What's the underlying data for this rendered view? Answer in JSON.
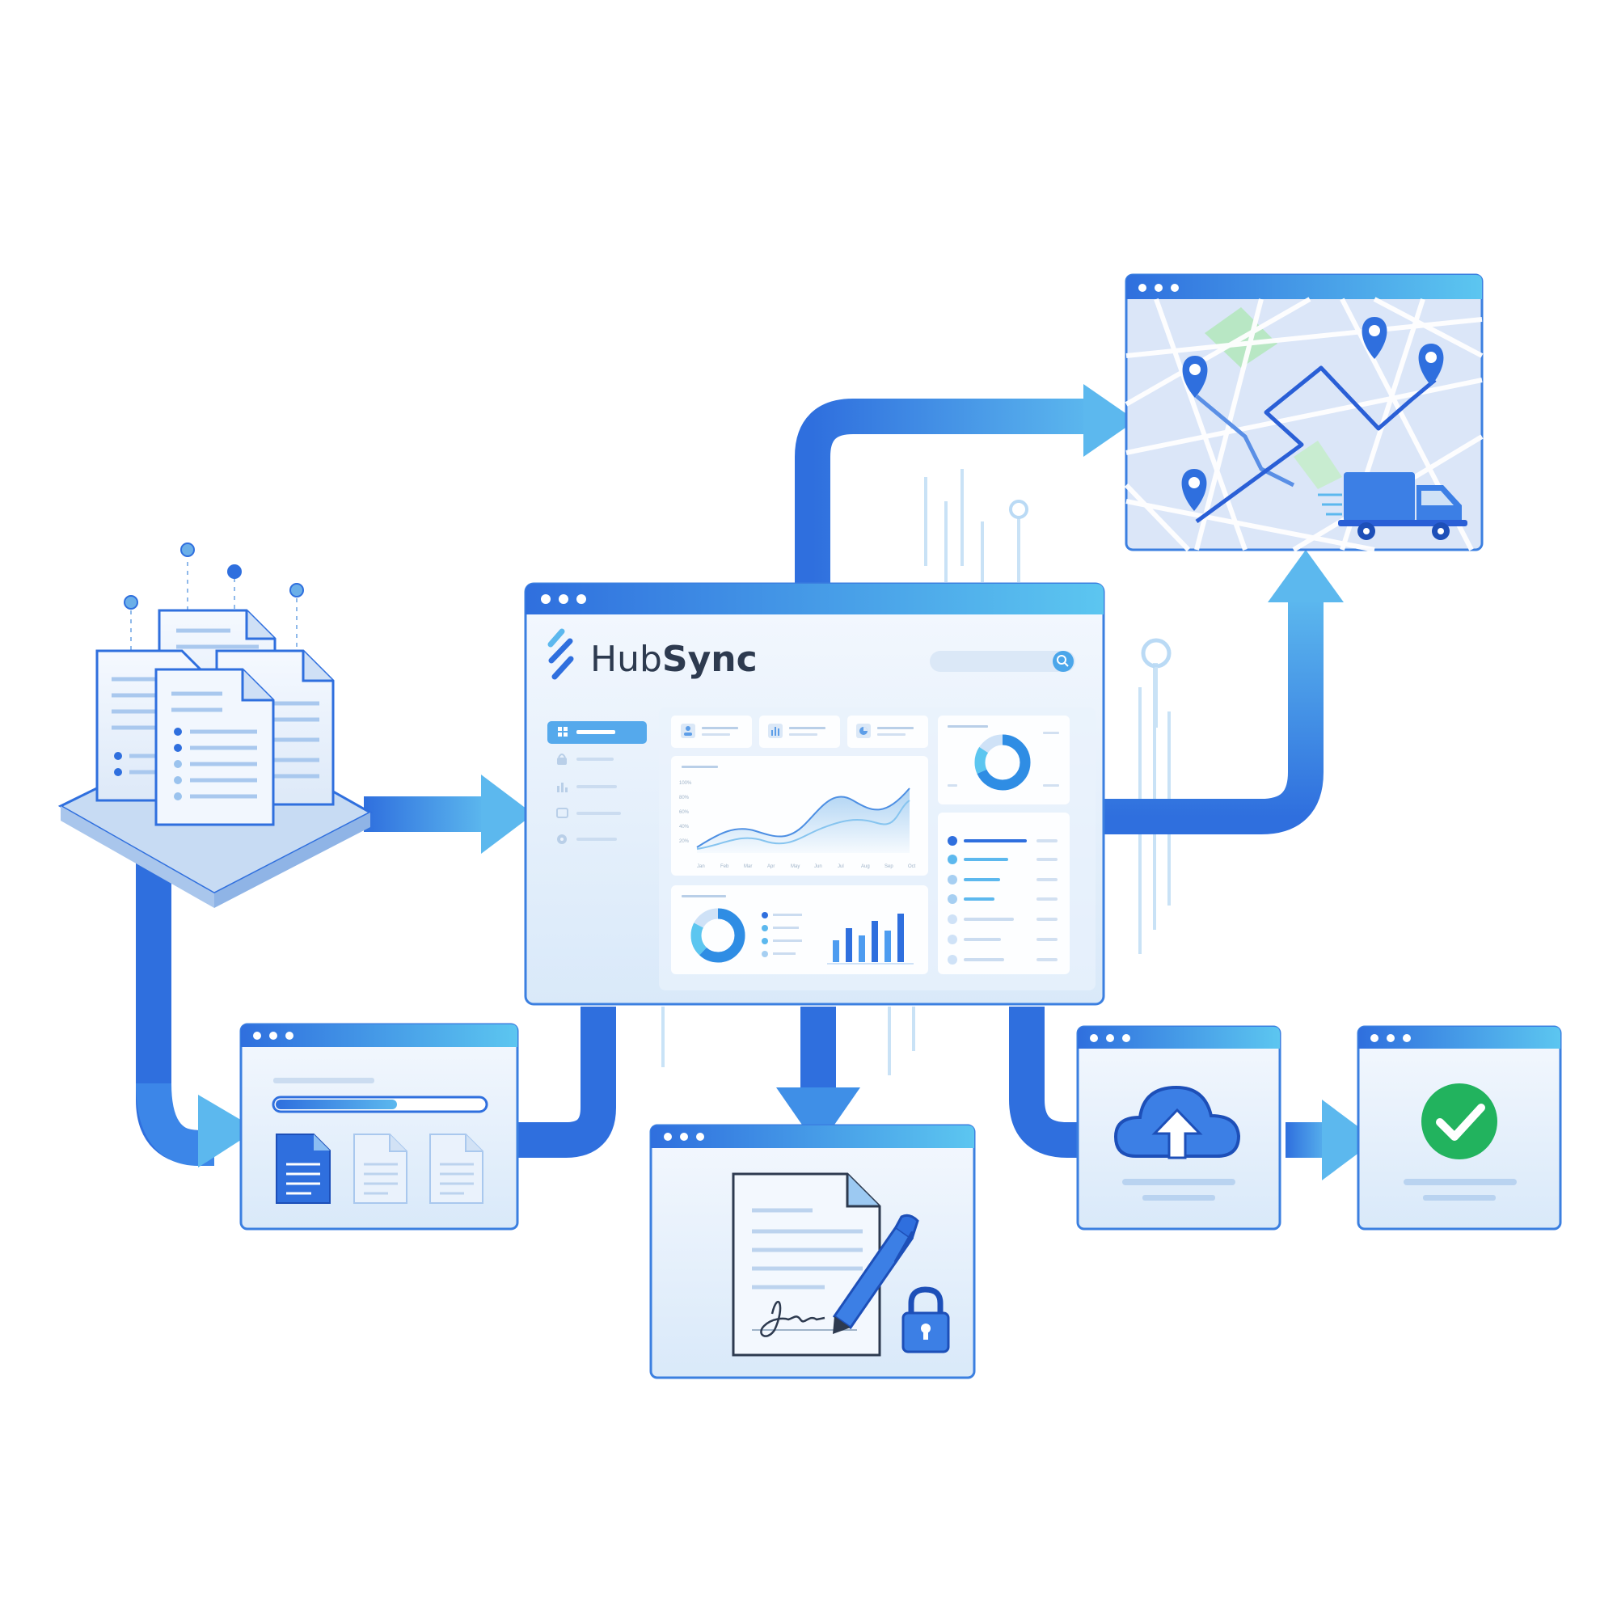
{
  "app": {
    "brand_prefix": "Hub",
    "brand_suffix": "Sync"
  },
  "colors": {
    "primary": "#2f6fde",
    "primary_light": "#5cb8ee",
    "panel_bg": "#e8f1fb",
    "success": "#22b35e",
    "map_green": "#b8e7c4"
  },
  "icons": [
    "document-stack-icon",
    "search-icon",
    "dashboard-icon",
    "lock-icon",
    "bar-chart-icon",
    "calendar-icon",
    "gear-icon",
    "user-icon",
    "pie-chart-icon",
    "map-pin-icon",
    "delivery-truck-icon",
    "file-icon",
    "signature-pen-icon",
    "cloud-upload-icon",
    "checkmark-icon"
  ],
  "dashboard": {
    "line_chart": {
      "x_ticks": [
        "Jan",
        "Feb",
        "Mar",
        "Apr",
        "May",
        "Jun",
        "Jul",
        "Aug",
        "Sep",
        "Oct"
      ],
      "y_ticks": [
        "100%",
        "80%",
        "60%",
        "40%",
        "20%"
      ]
    },
    "mini_bars": [
      0.45,
      0.7,
      0.55,
      0.85,
      0.65,
      1.0
    ]
  },
  "upload_progress": 0.58
}
